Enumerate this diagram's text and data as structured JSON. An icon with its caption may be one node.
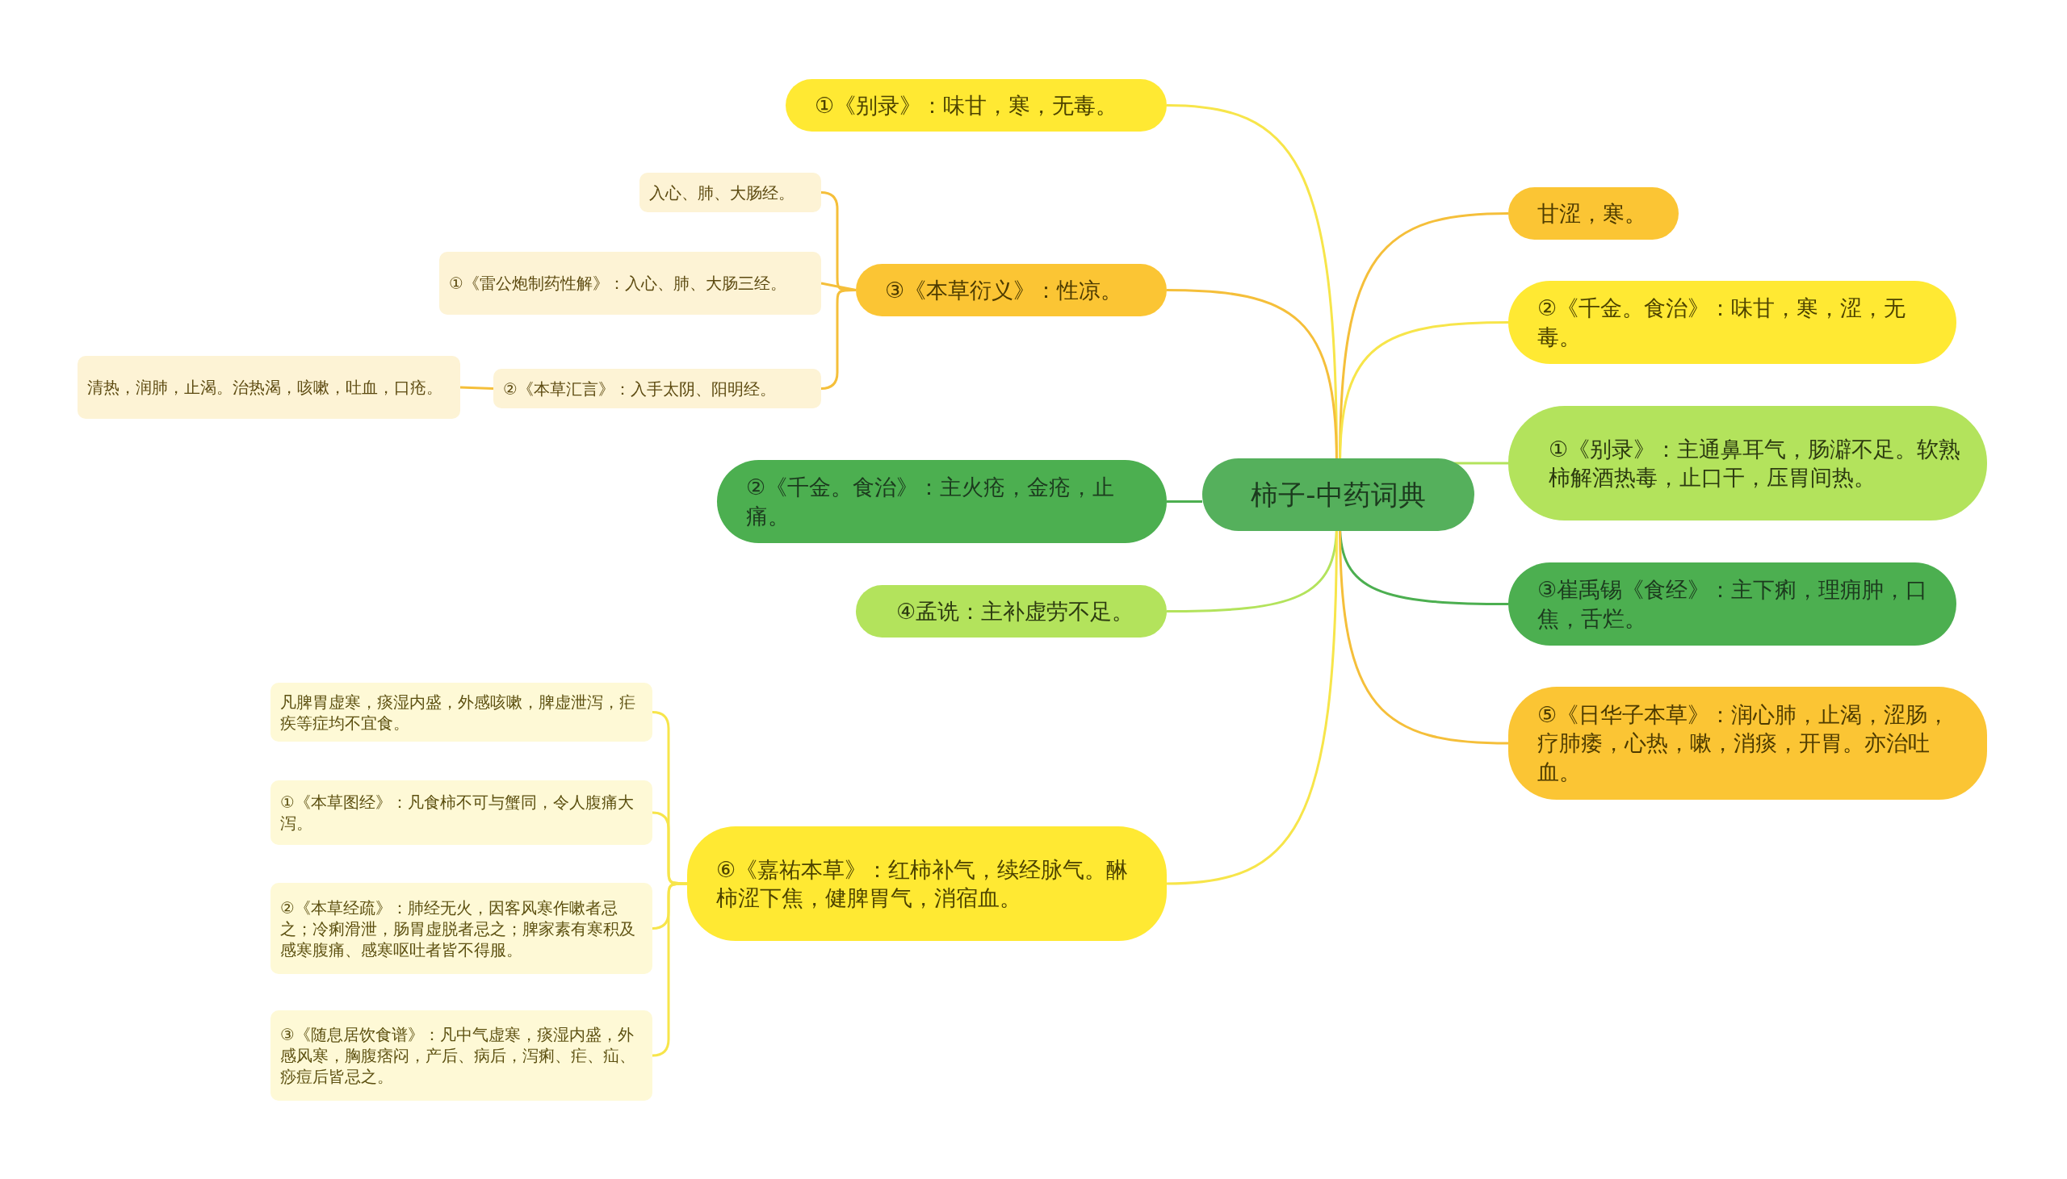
{
  "diagram": {
    "nodes": [
      {
        "text": [
          "柿子-中药词典"
        ]
      },
      {
        "text": [
          "①《别录》：味甘，寒，无毒。"
        ]
      },
      {
        "text": [
          "③《本草衍义》：性凉。"
        ]
      },
      {
        "text": [
          "入心、肺、大肠经。"
        ]
      },
      {
        "text": [
          "①《雷公炮制药性解》：入心、肺、大肠三经。"
        ]
      },
      {
        "text": [
          "②《本草汇言》：入手太阴、阳明经。"
        ]
      },
      {
        "text": [
          "清热，润肺，止渴。治热渴，咳嗽，吐血，口疮。"
        ]
      },
      {
        "text": [
          "②《千金。食治》：主火疮，金疮，止痛。"
        ]
      },
      {
        "text": [
          "④孟诜：主补虚劳不足。"
        ]
      },
      {
        "text": [
          "⑥《嘉祐本草》：红柿补气，续经脉气。醂柿涩下焦，健脾胃气，消宿血。"
        ]
      },
      {
        "text": [
          "凡脾胃虚寒，痰湿内盛，外感咳嗽，脾虚泄泻，疟疾等症均不宜食。"
        ]
      },
      {
        "text": [
          "①《本草图经》：凡食柿不可与蟹同，令人腹痛大泻。"
        ]
      },
      {
        "text": [
          "②《本草经疏》：肺经无火，因客风寒作嗽者忌之；冷痢滑泄，肠胃虚脱者忌之；脾家素有寒积及感寒腹痛、感寒呕吐者皆不得服。"
        ]
      },
      {
        "text": [
          "③《随息居饮食谱》：凡中气虚寒，痰湿内盛，外感风寒，胸腹痞闷，产后、病后，泻痢、疟、疝、痧痘后皆忌之。"
        ]
      },
      {
        "text": [
          "甘涩，寒。"
        ]
      },
      {
        "text": [
          "②《千金。食治》：味甘，寒，涩，无毒。"
        ]
      },
      {
        "text": [
          "①《别录》：主通鼻耳气，肠澼不足。软熟柿解酒热毒，止口干，压胃间热。"
        ]
      },
      {
        "text": [
          "③崔禹锡《食经》：主下痢，理痈肿，口焦，舌烂。"
        ]
      },
      {
        "text": [
          "⑤《日华子本草》：润心肺，止渴，涩肠，疗肺痿，心热，嗽，消痰，开胃。亦治吐血。"
        ]
      }
    ],
    "edges": [
      {
        "from": 0,
        "to": 1,
        "arrow": "none"
      },
      {
        "from": 0,
        "to": 2,
        "arrow": "none",
        "color": "#f5bf3a"
      },
      {
        "from": 2,
        "to": 3,
        "arrow": "none",
        "color": "#f5bf3a"
      },
      {
        "from": 2,
        "to": 4,
        "arrow": "none",
        "color": "#f5bf3a"
      },
      {
        "from": 2,
        "to": 5,
        "arrow": "none",
        "color": "#f5bf3a"
      },
      {
        "from": 5,
        "to": 6,
        "arrow": "none",
        "color": "#f5bf3a"
      },
      {
        "from": 0,
        "to": 7,
        "arrow": "none",
        "color": "#4caf50"
      },
      {
        "from": 0,
        "to": 8,
        "arrow": "none",
        "color": "#b3e35c"
      },
      {
        "from": 0,
        "to": 9,
        "arrow": "none"
      },
      {
        "from": 9,
        "to": 10,
        "arrow": "none"
      },
      {
        "from": 9,
        "to": 11,
        "arrow": "none"
      },
      {
        "from": 9,
        "to": 12,
        "arrow": "none"
      },
      {
        "from": 9,
        "to": 13,
        "arrow": "none"
      },
      {
        "from": 0,
        "to": 14,
        "arrow": "none",
        "color": "#f5bf3a"
      },
      {
        "from": 0,
        "to": 15,
        "arrow": "none"
      },
      {
        "from": 0,
        "to": 16,
        "arrow": "none",
        "color": "#b3e35c"
      },
      {
        "from": 0,
        "to": 17,
        "arrow": "none",
        "color": "#4caf50"
      },
      {
        "from": 0,
        "to": 18,
        "arrow": "none",
        "color": "#f5bf3a"
      }
    ]
  }
}
